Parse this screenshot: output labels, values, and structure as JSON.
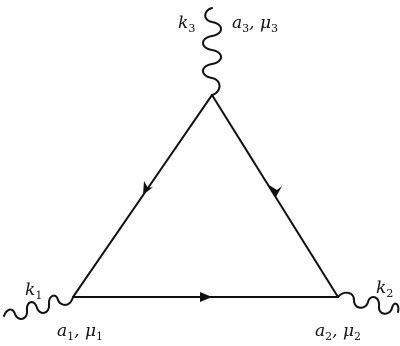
{
  "diagram": {
    "momenta": {
      "k1": {
        "base": "k",
        "sub": "1"
      },
      "k2": {
        "base": "k",
        "sub": "2"
      },
      "k3": {
        "base": "k",
        "sub": "3"
      }
    },
    "indices": {
      "g1": {
        "a": "a",
        "a_sub": "1",
        "mu": "μ",
        "mu_sub": "1"
      },
      "g2": {
        "a": "a",
        "a_sub": "2",
        "mu": "μ",
        "mu_sub": "2"
      },
      "g3": {
        "a": "a",
        "a_sub": "3",
        "mu": "μ",
        "mu_sub": "3"
      }
    },
    "separator": ", "
  }
}
